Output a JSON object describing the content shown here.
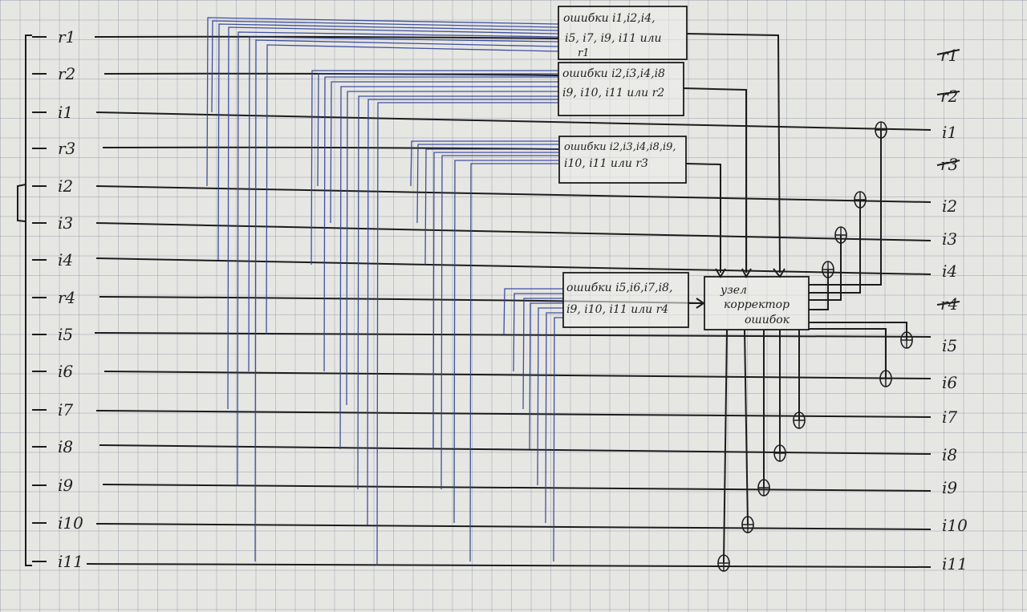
{
  "inputs": [
    "r1",
    "r2",
    "i1",
    "r3",
    "i2",
    "i3",
    "i4",
    "r4",
    "i5",
    "i6",
    "i7",
    "i8",
    "i9",
    "i10",
    "i11"
  ],
  "outputs": {
    "struck_top": [
      "r1",
      "r2"
    ],
    "struck_mid": [
      "r3",
      "r4"
    ],
    "labels": [
      "i1",
      "i2",
      "i3",
      "i4",
      "i5",
      "i6",
      "i7",
      "i8",
      "i9",
      "i10",
      "i11"
    ]
  },
  "blocks": {
    "b1": [
      "ошибки i1,i2,i4,",
      "i5, i7, i9, i11 или",
      "r1"
    ],
    "b2": [
      "ошибки i2,i3,i4,i8",
      "i9, i10, i11 или r2"
    ],
    "b3": [
      "ошибки i2,i3,i4,i8,i9,",
      "i10, i11 или r3"
    ],
    "b4": [
      "ошибки i5,i6,i7,i8,",
      "i9, i10, i11 или r4"
    ],
    "corrector": [
      "узел",
      "корректор",
      "ошибок"
    ]
  },
  "colors": {
    "paper": "#e6e6e3",
    "ink_black": "#1c1c1c",
    "ink_blue": "#2c3f9a"
  }
}
